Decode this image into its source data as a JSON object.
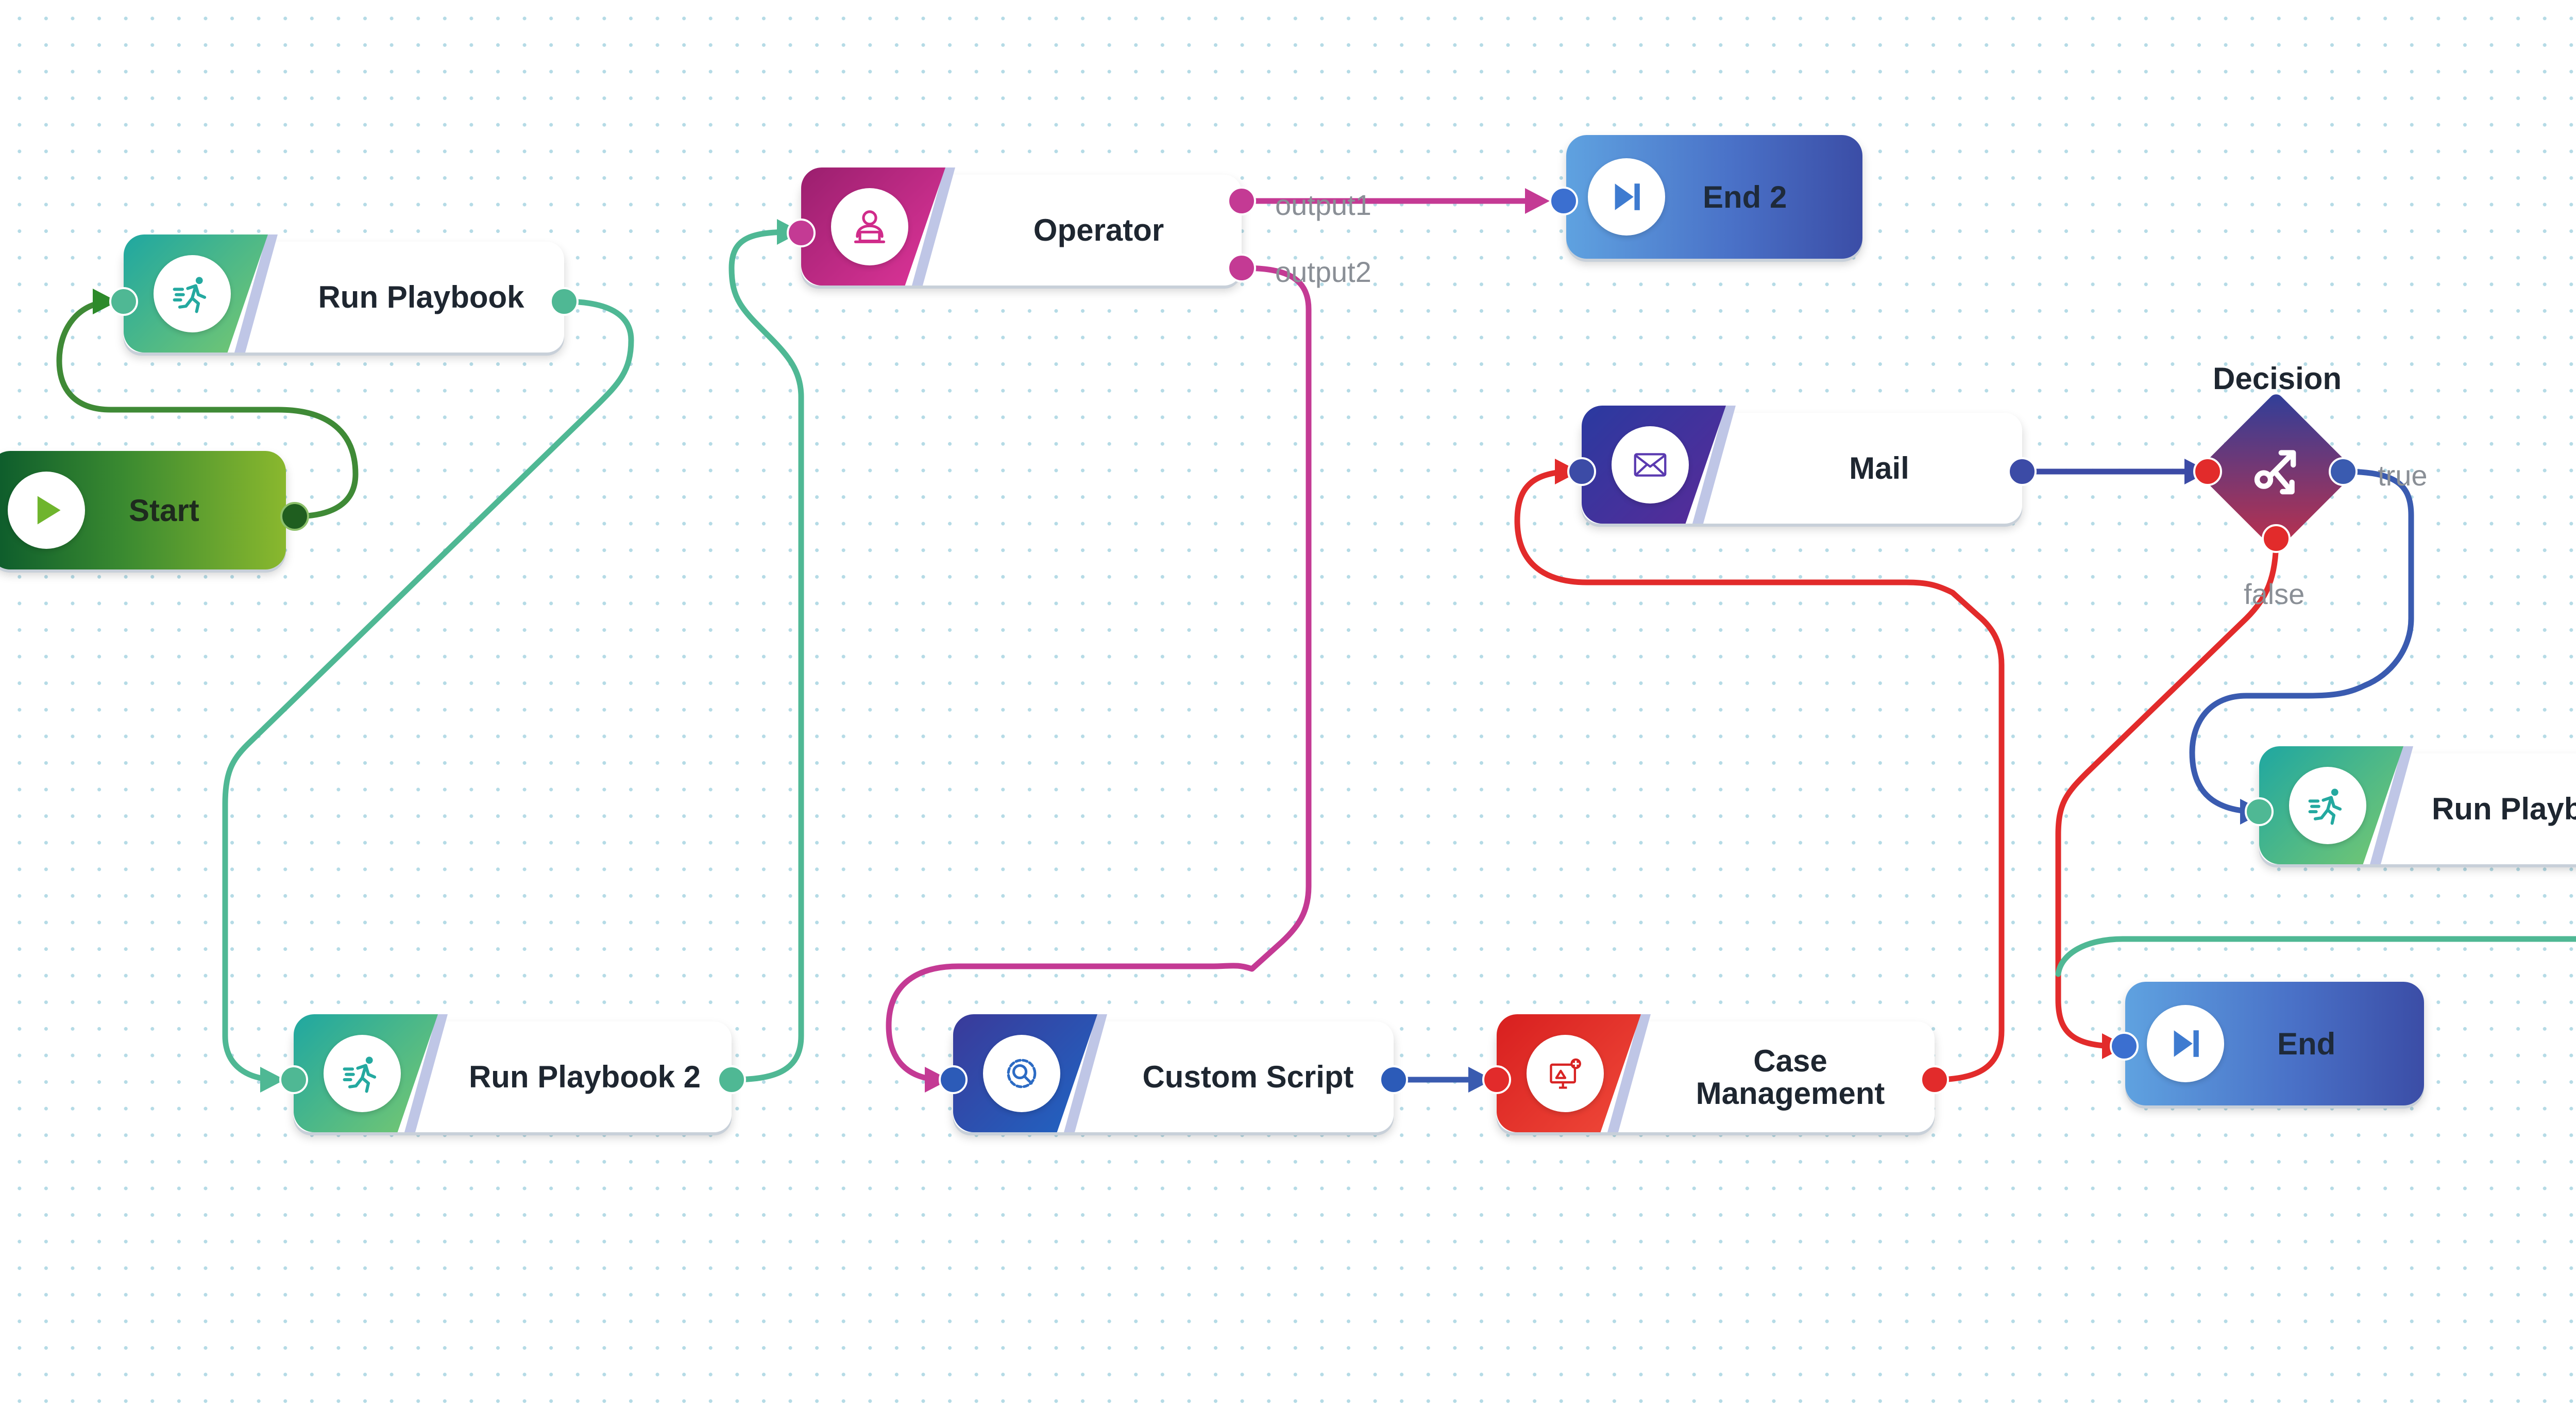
{
  "canvas": {
    "grid": "dotted",
    "grid_color": "#b5dbe6"
  },
  "nodes": {
    "start": {
      "label": "Start",
      "icon": "play-icon",
      "color": "#2d8a2a"
    },
    "run_playbook": {
      "label": "Run Playbook",
      "icon": "running-person-icon",
      "color": "#39b39a"
    },
    "run_playbook_2": {
      "label": "Run Playbook 2",
      "icon": "running-person-icon",
      "color": "#39b39a"
    },
    "run_playbook_3": {
      "label": "Run Playboo",
      "icon": "running-person-icon",
      "color": "#39b39a"
    },
    "operator": {
      "label": "Operator",
      "icon": "operator-person-icon",
      "color": "#c22f8e",
      "outputs": [
        "output1",
        "output2"
      ]
    },
    "end_2": {
      "label": "End 2",
      "icon": "skip-end-icon",
      "color": "#4a6cc4"
    },
    "end": {
      "label": "End",
      "icon": "skip-end-icon",
      "color": "#4a6cc4"
    },
    "mail": {
      "label": "Mail",
      "icon": "envelope-icon",
      "color": "#3a3aa0"
    },
    "decision": {
      "label": "Decision",
      "icon": "branch-arrows-icon",
      "outputs": [
        "true",
        "false"
      ],
      "color": "#c0304a"
    },
    "custom_script": {
      "label": "Custom Script",
      "icon": "gear-search-icon",
      "color": "#2c5bb8"
    },
    "case_management": {
      "label": "Case\nManagement",
      "label_line1": "Case",
      "label_line2": "Management",
      "icon": "case-monitor-icon",
      "color": "#e02424"
    }
  },
  "edge_colors": {
    "green": "#3f8a36",
    "teal": "#4fb894",
    "magenta": "#c43a94",
    "navy": "#3c4ba6",
    "red": "#e22b2b",
    "blue": "#3a5bb0"
  }
}
